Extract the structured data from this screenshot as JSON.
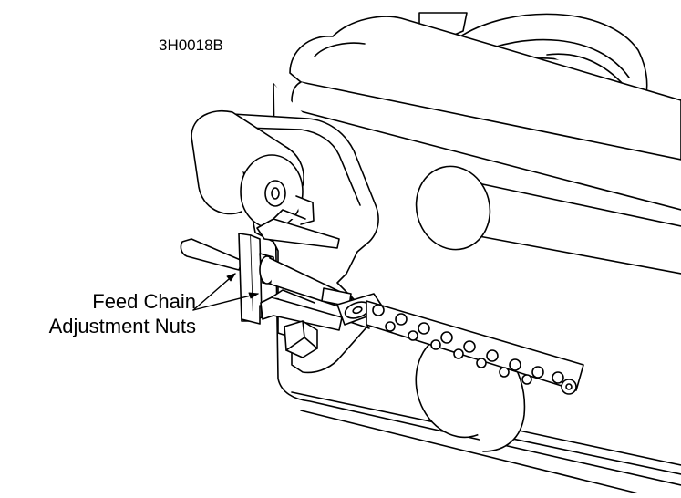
{
  "figure_id": "3H0018B",
  "callout": {
    "line1": "Feed Chain",
    "line2": "Adjustment Nuts"
  },
  "colors": {
    "line": "#000000",
    "background": "#ffffff"
  }
}
